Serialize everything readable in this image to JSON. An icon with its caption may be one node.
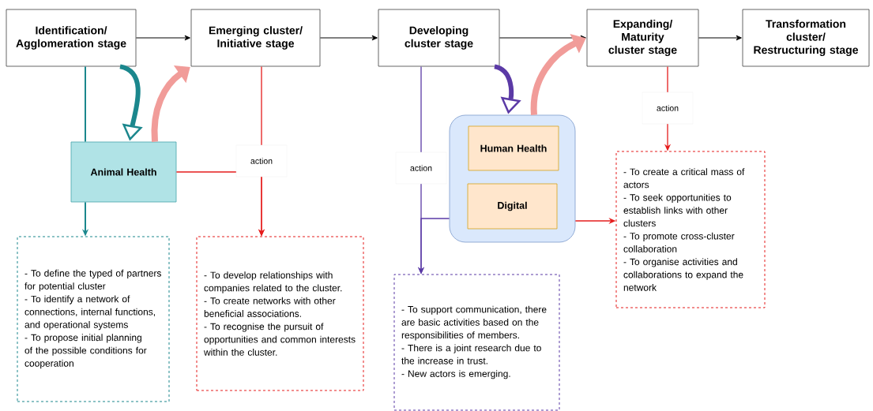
{
  "diagram": {
    "nodes": [
      {
        "text": [
          "Identification/ Agglomeration stage"
        ]
      },
      {
        "text": [
          "Emerging cluster/ Initiative stage"
        ]
      },
      {
        "text": [
          "Developing cluster stage"
        ]
      },
      {
        "text": [
          "Expanding/ Maturity cluster stage"
        ]
      },
      {
        "text": [
          "Transformation cluster/ Restructuring stage"
        ]
      },
      {
        "text": [
          "Animal Health"
        ]
      },
      {
        "text": [],
        "shape": "box"
      },
      {
        "text": [
          "Human Health"
        ],
        "in": 6
      },
      {
        "text": [
          "Digital"
        ],
        "in": 6
      },
      {
        "text": [
          "- To define the typed of partners for potential cluster",
          "- To identify a network of connections, internal functions, and operational systems",
          "- To propose initial planning of the possible conditions for cooperation"
        ]
      },
      {
        "text": [
          "- To develop relationships with companies related to the cluster.",
          "- To create networks with other beneficial associations.",
          "- To recognise the pursuit of opportunities and common interests within the cluster."
        ]
      },
      {
        "text": [
          "- To support communication, there are basic activities based on the responsibilities of members.",
          "- There is a joint research due to the increase in trust.",
          "- New actors is emerging."
        ]
      },
      {
        "text": [
          "- To create a critical mass of actors",
          "- To seek opportunities to establish links with other clusters",
          "- To promote cross-cluster collaboration",
          "- To organise activities and collaborations to expand the network"
        ]
      }
    ],
    "edges": [
      {
        "from": 0,
        "to": 1,
        "arrow": "to"
      },
      {
        "from": 1,
        "to": 2,
        "arrow": "to"
      },
      {
        "from": 2,
        "to": 3,
        "arrow": "to"
      },
      {
        "from": 3,
        "to": 4,
        "arrow": "to"
      },
      {
        "from": 0,
        "to": 5,
        "arrow": "none",
        "color": "#1b878d"
      },
      {
        "from": 5,
        "to": 9,
        "arrow": "to",
        "color": "#1b878d"
      },
      {
        "from": 0,
        "to": 5,
        "arrow": "to",
        "style": "thick",
        "color": "#1b878d"
      },
      {
        "from": 5,
        "to": 1,
        "arrow": "to",
        "style": "thick",
        "color": "#f19c99"
      },
      {
        "from": 1,
        "to": 10,
        "arrow": "to",
        "label": "action",
        "color": "#e51c1c"
      },
      {
        "from": 5,
        "to": 10,
        "arrow": "to",
        "color": "#e51c1c"
      },
      {
        "from": 2,
        "to": 11,
        "arrow": "to",
        "label": "action",
        "color": "#5b3aa6"
      },
      {
        "from": 6,
        "to": 11,
        "arrow": "to",
        "color": "#5b3aa6"
      },
      {
        "from": 2,
        "to": 6,
        "arrow": "to",
        "style": "thick",
        "color": "#5b3aa6"
      },
      {
        "from": 6,
        "to": 3,
        "arrow": "to",
        "style": "thick",
        "color": "#f19c99"
      },
      {
        "from": 3,
        "to": 12,
        "arrow": "to",
        "label": "action",
        "color": "#e51c1c"
      },
      {
        "from": 6,
        "to": 12,
        "arrow": "to",
        "color": "#e51c1c"
      }
    ]
  }
}
